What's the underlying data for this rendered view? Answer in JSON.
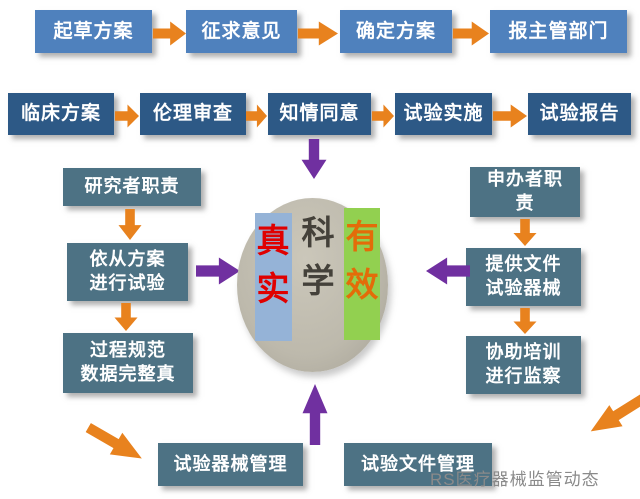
{
  "colors": {
    "box-row1": "#4F81BD",
    "box-row2": "#2D5986",
    "box-side": "#4D7284",
    "arrow-orange": "#E8821E",
    "arrow-purple": "#7030A0",
    "ellipse-bg": "#BDB9AC",
    "bar-blue": "#95B3D7",
    "bar-green": "#92D050",
    "char-red": "#E00000",
    "char-dark": "#44413A",
    "char-orange": "#E36C09",
    "watermark-gray": "#8A8A8A"
  },
  "top_flow": {
    "items": [
      {
        "label": "起草方案"
      },
      {
        "label": "征求意见"
      },
      {
        "label": "确定方案"
      },
      {
        "label": "报主管部门"
      }
    ]
  },
  "second_flow": {
    "items": [
      {
        "label": "临床方案"
      },
      {
        "label": "伦理审查"
      },
      {
        "label": "知情同意"
      },
      {
        "label": "试验实施"
      },
      {
        "label": "试验报告"
      }
    ]
  },
  "researcher_column": {
    "items": [
      {
        "label": "研究者职责"
      },
      {
        "label": "依从方案\n进行试验"
      },
      {
        "label": "过程规范\n数据完整真"
      }
    ]
  },
  "sponsor_column": {
    "items": [
      {
        "label": "申办者职\n责"
      },
      {
        "label": "提供文件\n试验器械"
      },
      {
        "label": "协助培训\n进行监察"
      }
    ]
  },
  "center": {
    "columns": [
      {
        "text": "真\n实"
      },
      {
        "text": "科\n学"
      },
      {
        "text": "有\n效"
      }
    ]
  },
  "bottom_flow": {
    "items": [
      {
        "label": "试验器械管理"
      },
      {
        "label": "试验文件管理"
      }
    ]
  },
  "watermark": "RS医疗器械监管动态"
}
